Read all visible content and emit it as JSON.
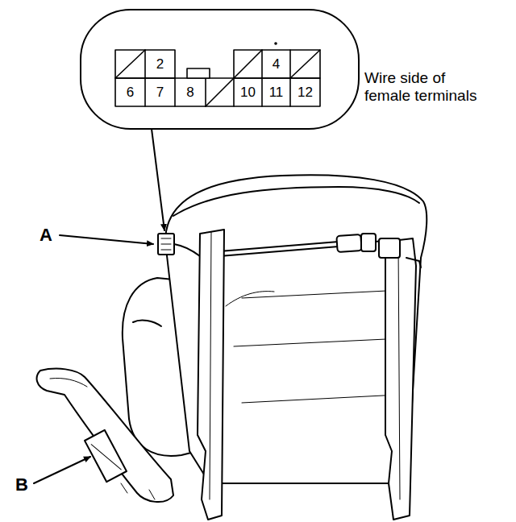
{
  "diagram": {
    "labels": [
      "2",
      "4",
      "6",
      "7",
      "8",
      "10",
      "11",
      "12",
      "Wire side of female terminals",
      "A",
      "B"
    ]
  }
}
